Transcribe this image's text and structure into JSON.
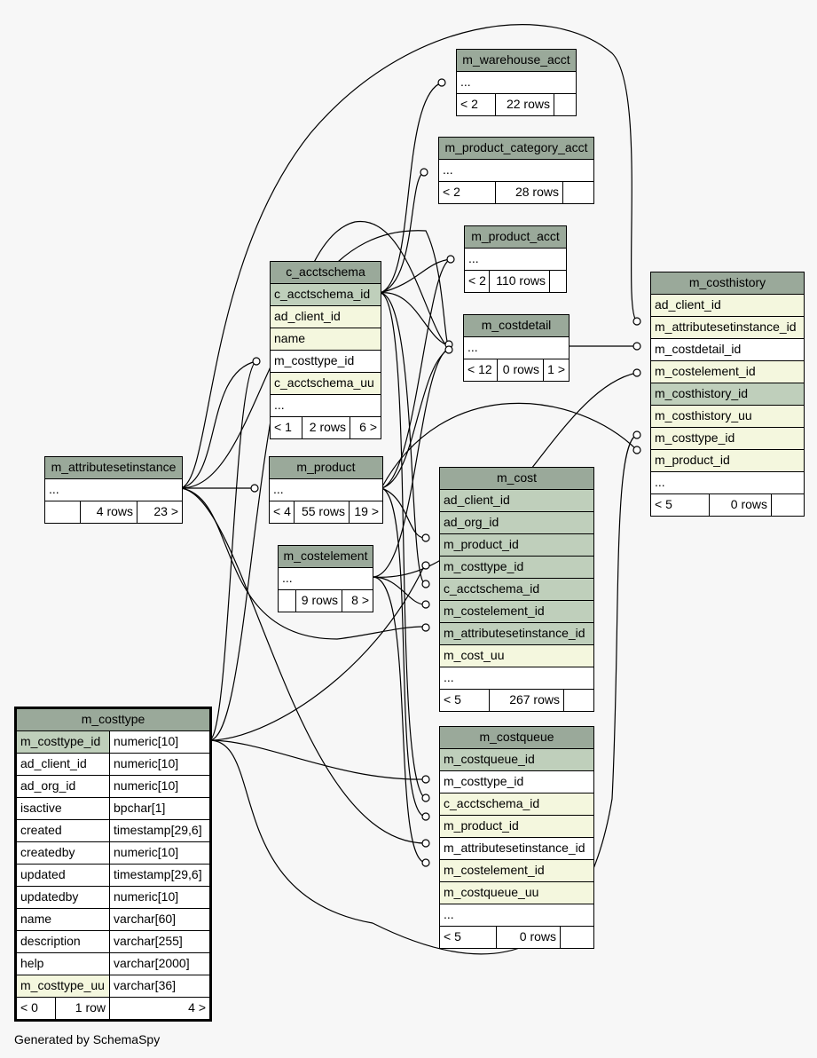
{
  "tables": {
    "m_warehouse_acct": {
      "title": "m_warehouse_acct",
      "ellipsis": "...",
      "stats": [
        "< 2",
        "22 rows",
        ""
      ]
    },
    "m_product_category_acct": {
      "title": "m_product_category_acct",
      "ellipsis": "...",
      "stats": [
        "< 2",
        "28 rows",
        ""
      ]
    },
    "m_product_acct": {
      "title": "m_product_acct",
      "ellipsis": "...",
      "stats": [
        "< 2",
        "110 rows",
        ""
      ]
    },
    "c_acctschema": {
      "title": "c_acctschema",
      "columns": [
        "c_acctschema_id",
        "ad_client_id",
        "name",
        "m_costtype_id",
        "c_acctschema_uu"
      ],
      "ellipsis": "...",
      "stats": [
        "< 1",
        "2 rows",
        "6 >"
      ]
    },
    "m_costdetail": {
      "title": "m_costdetail",
      "ellipsis": "...",
      "stats": [
        "< 12",
        "0 rows",
        "1 >"
      ]
    },
    "m_costhistory": {
      "title": "m_costhistory",
      "columns": [
        "ad_client_id",
        "m_attributesetinstance_id",
        "m_costdetail_id",
        "m_costelement_id",
        "m_costhistory_id",
        "m_costhistory_uu",
        "m_costtype_id",
        "m_product_id"
      ],
      "ellipsis": "...",
      "stats": [
        "< 5",
        "0 rows",
        ""
      ]
    },
    "m_attributesetinstance": {
      "title": "m_attributesetinstance",
      "ellipsis": "...",
      "stats": [
        "",
        "4 rows",
        "23 >"
      ]
    },
    "m_product": {
      "title": "m_product",
      "ellipsis": "...",
      "stats": [
        "< 4",
        "55 rows",
        "19 >"
      ]
    },
    "m_cost": {
      "title": "m_cost",
      "columns": [
        "ad_client_id",
        "ad_org_id",
        "m_product_id",
        "m_costtype_id",
        "c_acctschema_id",
        "m_costelement_id",
        "m_attributesetinstance_id",
        "m_cost_uu"
      ],
      "ellipsis": "...",
      "stats": [
        "< 5",
        "267 rows",
        ""
      ]
    },
    "m_costelement": {
      "title": "m_costelement",
      "ellipsis": "...",
      "stats": [
        "",
        "9 rows",
        "8 >"
      ]
    },
    "m_costqueue": {
      "title": "m_costqueue",
      "columns": [
        "m_costqueue_id",
        "m_costtype_id",
        "c_acctschema_id",
        "m_product_id",
        "m_attributesetinstance_id",
        "m_costelement_id",
        "m_costqueue_uu"
      ],
      "ellipsis": "...",
      "stats": [
        "< 5",
        "0 rows",
        ""
      ]
    },
    "m_costtype": {
      "title": "m_costtype",
      "columns": [
        {
          "name": "m_costtype_id",
          "type": "numeric[10]"
        },
        {
          "name": "ad_client_id",
          "type": "numeric[10]"
        },
        {
          "name": "ad_org_id",
          "type": "numeric[10]"
        },
        {
          "name": "isactive",
          "type": "bpchar[1]"
        },
        {
          "name": "created",
          "type": "timestamp[29,6]"
        },
        {
          "name": "createdby",
          "type": "numeric[10]"
        },
        {
          "name": "updated",
          "type": "timestamp[29,6]"
        },
        {
          "name": "updatedby",
          "type": "numeric[10]"
        },
        {
          "name": "name",
          "type": "varchar[60]"
        },
        {
          "name": "description",
          "type": "varchar[255]"
        },
        {
          "name": "help",
          "type": "varchar[2000]"
        },
        {
          "name": "m_costtype_uu",
          "type": "varchar[36]"
        }
      ],
      "stats": [
        "< 0",
        "1 row",
        "4 >"
      ]
    }
  },
  "footer": "Generated by SchemaSpy"
}
